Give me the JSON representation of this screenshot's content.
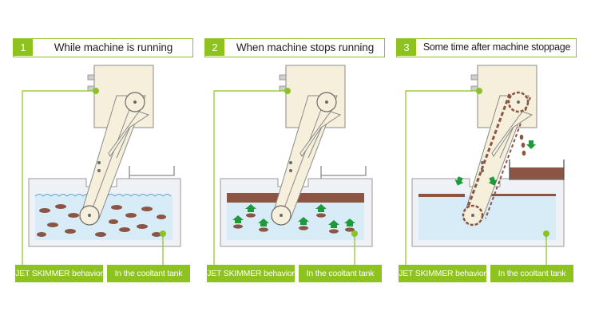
{
  "panels": [
    {
      "num": "1",
      "title": "While machine is running",
      "label_left": "JET SKIMMER behavior",
      "label_right": "In the cooltant tank"
    },
    {
      "num": "2",
      "title": "When machine stops running",
      "label_left": "JET SKIMMER behavior",
      "label_right": "In the cooltant tank"
    },
    {
      "num": "3",
      "title": "Some time after machine stoppage",
      "label_left": "JET SKIMMER behavior",
      "label_right": "In the cooltant tank"
    }
  ],
  "colors": {
    "accent_green": "#8dc21f",
    "coolant_blue": "#d7ecf6",
    "oil_brown": "#8b5443",
    "machine_beige": "#f6efdc",
    "arrow_green": "#1e9a3a"
  }
}
